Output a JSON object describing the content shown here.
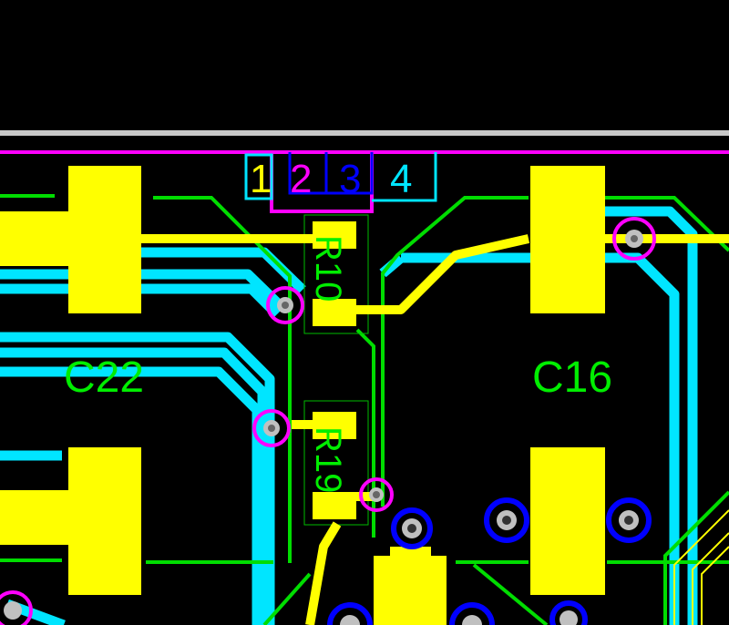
{
  "view": {
    "background": "#000000",
    "colors": {
      "top_copper": "#ffff00",
      "bottom_copper": "#00e5ff",
      "silkscreen": "#00ee00",
      "magenta_layer": "#ff00ff",
      "blue_layer": "#0000ff",
      "board_edge": "#c8c8c8",
      "via_hole": "#c0c0c0"
    }
  },
  "layer_tabs": [
    {
      "label": "1",
      "color": "#ffff00"
    },
    {
      "label": "2",
      "color": "#ff00ff"
    },
    {
      "label": "3",
      "color": "#0000ff"
    },
    {
      "label": "4",
      "color": "#00e5ff"
    }
  ],
  "components": {
    "r10": "R10",
    "r19": "R19",
    "c22": "C22",
    "c16": "C16"
  }
}
